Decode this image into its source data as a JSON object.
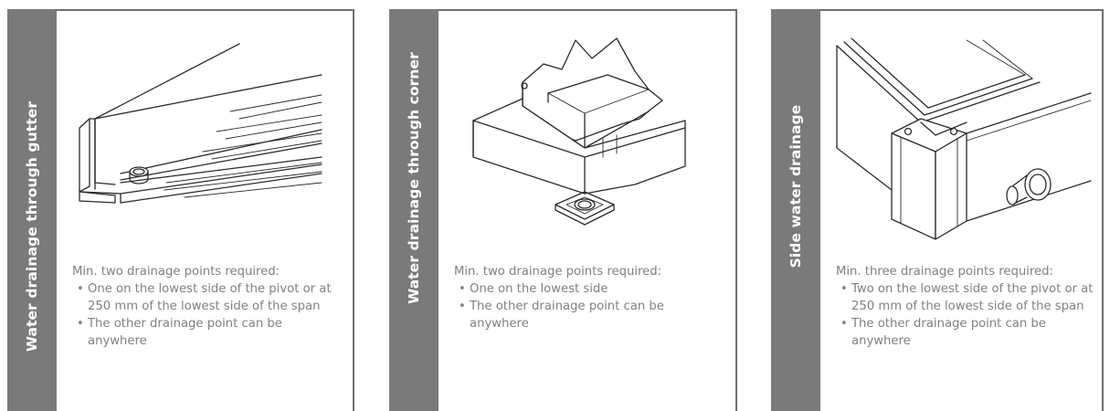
{
  "panels": [
    {
      "title": "Water drainage through gutter",
      "intro": "Min. two drainage points required:",
      "bullets": [
        "One on the lowest side of the pivot or at 250 mm of the lowest side of the span",
        "The other drainage point can be anywhere"
      ],
      "illustration": "gutter-drain-illustration"
    },
    {
      "title": "Water drainage through corner",
      "intro": "Min. two drainage points required:",
      "bullets": [
        "One on the lowest side",
        "The other drainage point can be anywhere"
      ],
      "illustration": "corner-drain-illustration"
    },
    {
      "title": "Side water drainage",
      "intro": "Min. three drainage points required:",
      "bullets": [
        "Two on the lowest side of the pivot or at 250 mm of the lowest side of the span",
        "The other drainage point can be anywhere"
      ],
      "illustration": "side-drain-illustration"
    }
  ],
  "colors": {
    "sidebar": "#7a7a7a",
    "border": "#6e6e6e",
    "body_text": "#808080",
    "line_art": "#2a2a2a"
  }
}
